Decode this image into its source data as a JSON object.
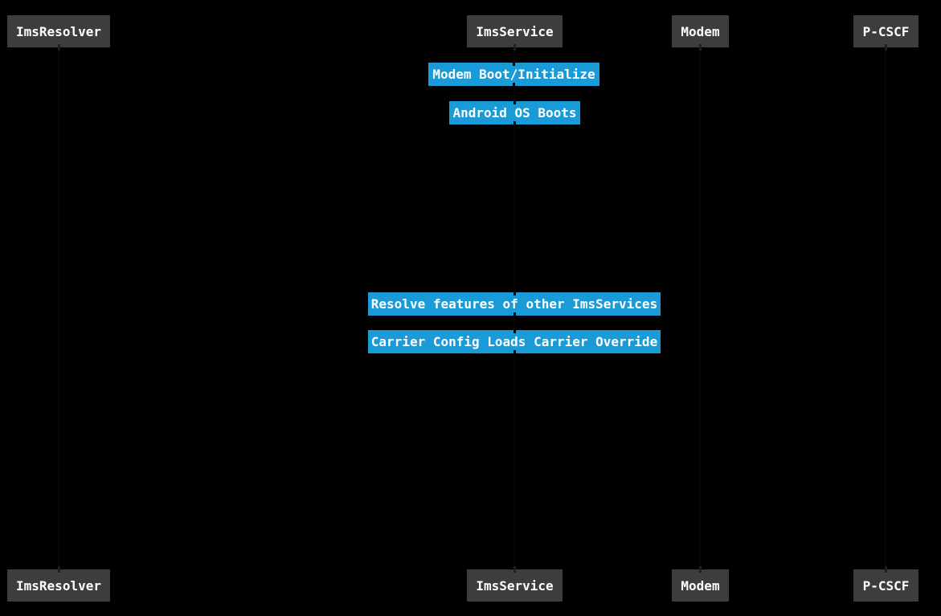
{
  "diagram": {
    "kind": "sequence-diagram",
    "colors": {
      "background": "#000000",
      "participant_fill": "#3d3d3d",
      "participant_text": "#ffffff",
      "note_fill": "#1a9bd7",
      "note_text": "#ffffff",
      "lifeline": "#000000"
    },
    "participants": [
      {
        "label": "ImsResolver"
      },
      {
        "label": "ImsService"
      },
      {
        "label": "Modem"
      },
      {
        "label": "P-CSCF"
      }
    ],
    "notes": [
      {
        "label": "Modem Boot/Initialize"
      },
      {
        "label": "Android OS Boots"
      },
      {
        "label": "Resolve features of other ImsServices"
      },
      {
        "label": "Carrier Config Loads Carrier Override"
      }
    ]
  }
}
